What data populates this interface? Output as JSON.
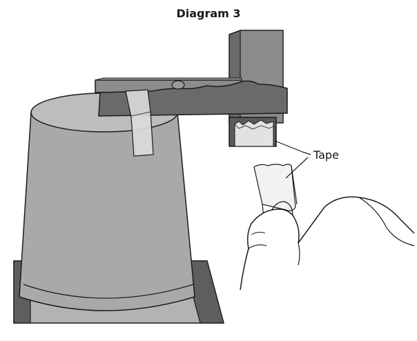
{
  "figure": {
    "title": "Diagram 3",
    "labels": {
      "tape": "Tape"
    }
  },
  "colors": {
    "metal_dark": "#6a6a6a",
    "metal_mid": "#8c8c8c",
    "cup_fill": "#a9a9a9",
    "cup_top": "#bdbdbd",
    "base_dark": "#5e5e5e",
    "base_light": "#b3b3b3",
    "tape": "#dcdcdc",
    "outline": "#1a1a1a"
  },
  "icons": [
    "cup",
    "clamp-arm",
    "stand-post",
    "tape-strip",
    "hand"
  ]
}
